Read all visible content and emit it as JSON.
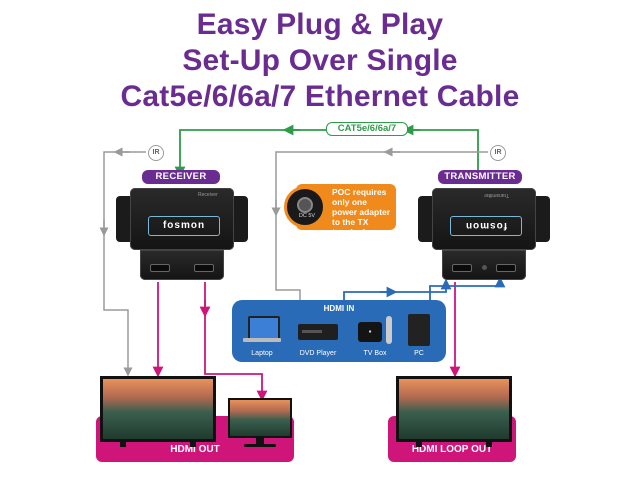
{
  "title": {
    "line1": "Easy Plug & Play",
    "line2": "Set-Up Over Single",
    "line3": "Cat5e/6/6a/7 Ethernet Cable"
  },
  "cable_label": "CAT5e/6/6a/7",
  "ir_label": "IR",
  "receiver": {
    "label": "RECEIVER",
    "top_text": "Receiver",
    "brand": "fosmon"
  },
  "transmitter": {
    "label": "TRANSMITTER",
    "top_text": "Transmitter",
    "brand": "fosmon"
  },
  "poc": {
    "text": "POC requires only one power adapter to the TX terminal.",
    "jack_label": "DC 5V"
  },
  "hdmi_in": {
    "title": "HDMI IN",
    "sources": [
      "Laptop",
      "DVD Player",
      "TV Box",
      "PC"
    ]
  },
  "hdmi_out_label": "HDMI OUT",
  "hdmi_loop_out_label": "HDMI LOOP OUT",
  "colors": {
    "title": "#6a2c91",
    "cable": "#2e9b4a",
    "ir": "#9a9a9a",
    "hdmi_out": "#d0157a",
    "hdmi_in": "#2a6bb8",
    "poc": "#f08a1c"
  }
}
